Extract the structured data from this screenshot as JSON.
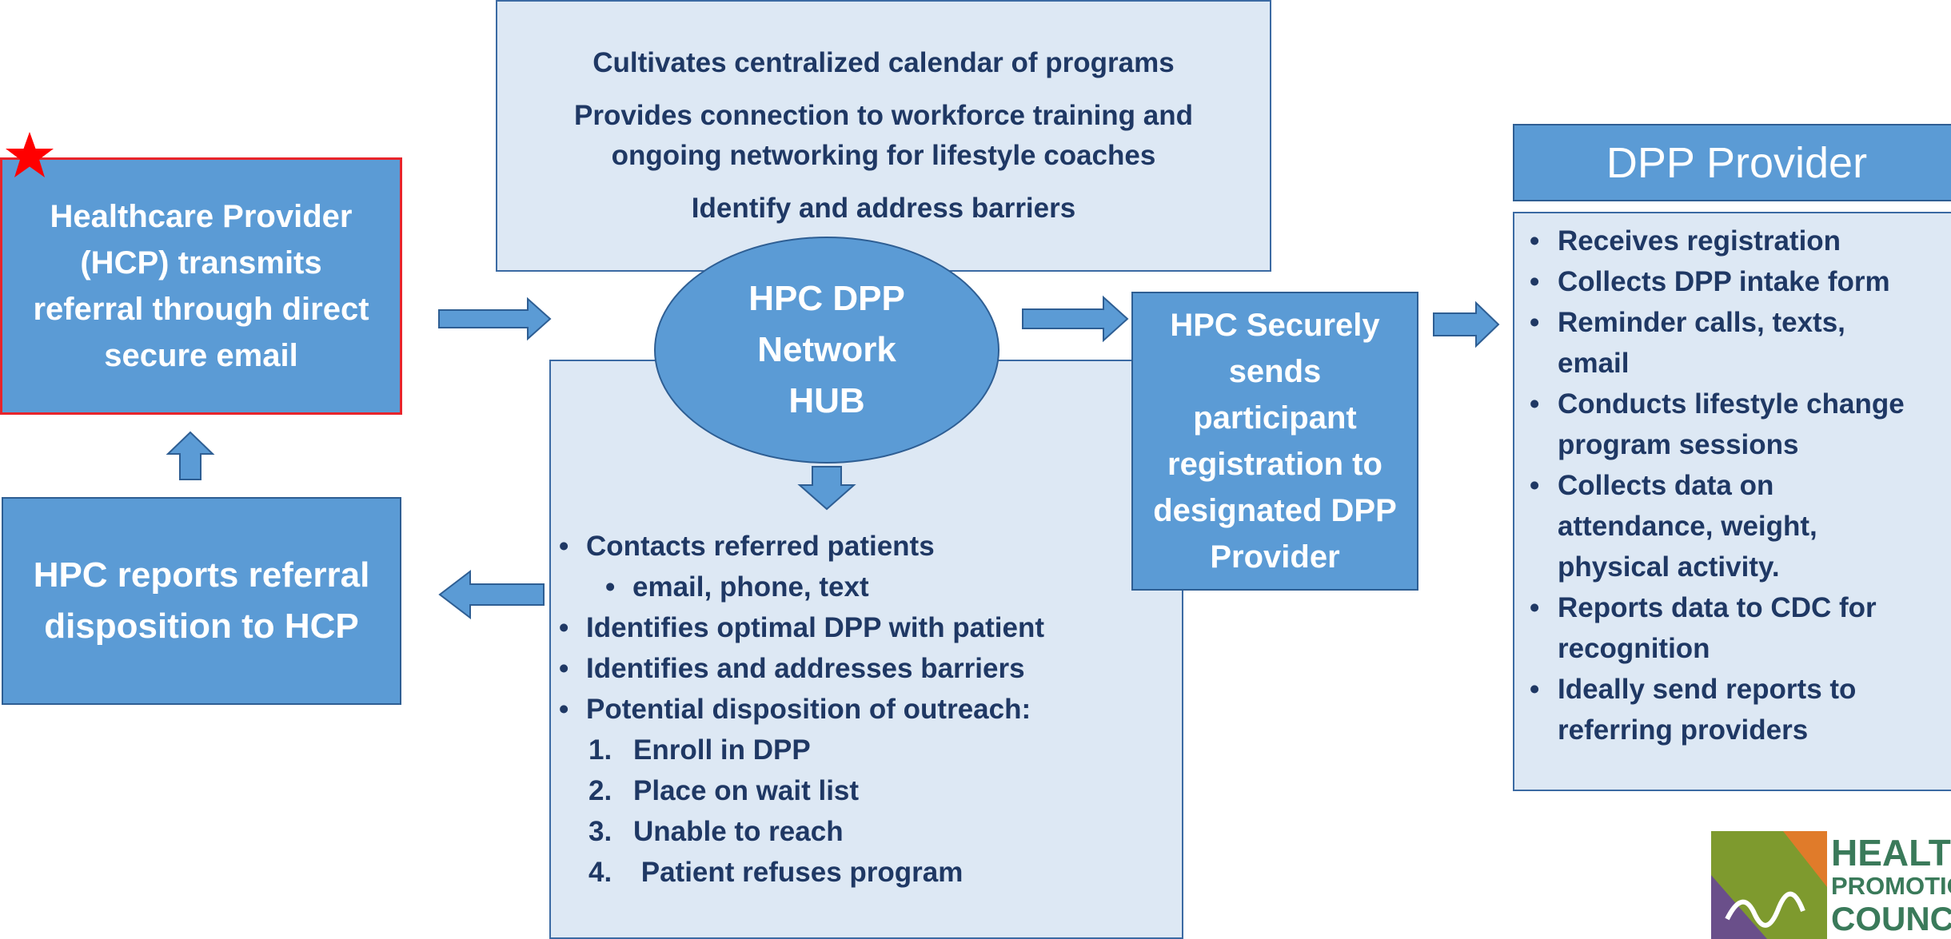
{
  "top_box": {
    "line1": "Cultivates centralized calendar of programs",
    "line2a": "Provides connection to workforce training and",
    "line2b": "ongoing networking for lifestyle coaches",
    "line3": "Identify and address barriers"
  },
  "hcp_box": {
    "line1": "Healthcare Provider",
    "line2": "(HCP) transmits",
    "line3": "referral through direct",
    "line4": "secure email"
  },
  "reports_box": {
    "line1": "HPC reports referral",
    "line2": "disposition to HCP"
  },
  "hub": {
    "line1": "HPC DPP",
    "line2": "Network",
    "line3": "HUB"
  },
  "center_list": {
    "bullet1": "Contacts referred patients",
    "sub1": "email, phone, text",
    "bullet2": "Identifies optimal DPP with patient",
    "bullet3": "Identifies and addresses barriers",
    "bullet4": "Potential disposition of outreach:",
    "numbered": [
      {
        "n": "1.",
        "text": "Enroll in DPP"
      },
      {
        "n": "2.",
        "text": "Place on wait list"
      },
      {
        "n": "3.",
        "text": "Unable to reach"
      },
      {
        "n": "4.",
        "text": " Patient refuses program"
      }
    ]
  },
  "send_box": {
    "line1": "HPC Securely",
    "line2": "sends",
    "line3": "participant",
    "line4": "registration to",
    "line5": "designated DPP",
    "line6": "Provider"
  },
  "dpp": {
    "header": "DPP Provider",
    "items": [
      {
        "a": "Receives registration"
      },
      {
        "a": "Collects DPP intake form"
      },
      {
        "a": "Reminder calls, texts,",
        "b": "email"
      },
      {
        "a": "Conducts lifestyle change",
        "b": "program sessions"
      },
      {
        "a": "Collects data on",
        "b": "attendance, weight,",
        "c": "physical activity."
      },
      {
        "a": "Reports data to CDC for",
        "b": "recognition"
      },
      {
        "a": "Ideally send reports to",
        "b": "referring providers"
      }
    ]
  },
  "logo": {
    "mark": "hpc",
    "line1": "HEALTH",
    "line2": "PROMOTION",
    "line3": "COUNCIL"
  },
  "colors": {
    "box_blue": "#5b9bd5",
    "box_light": "#dde8f4",
    "dark_text": "#1f3864",
    "star_red": "#e8242b"
  }
}
